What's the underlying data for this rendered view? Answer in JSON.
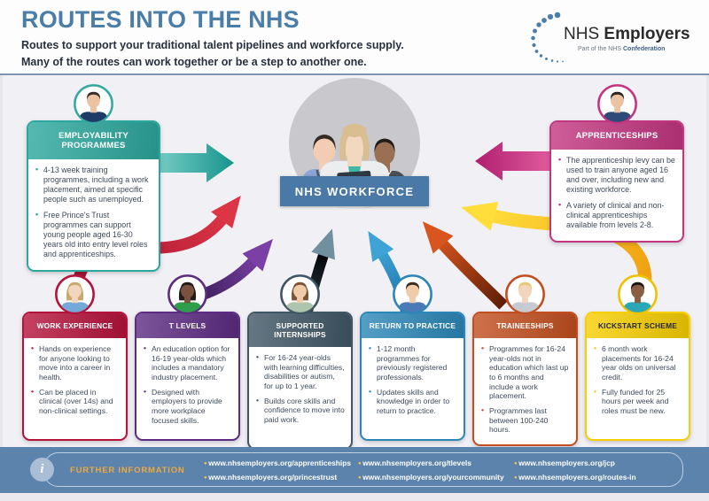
{
  "theme": {
    "title_blue": "#4A7DA7",
    "banner_blue": "#4A79A8",
    "footer_blue": "#5B83AC",
    "footer_label_orange": "#F0A73C",
    "page_bg": "#F1F0F4"
  },
  "header": {
    "title": "ROUTES INTO THE NHS",
    "subtitle_line1": "Routes to support your traditional talent pipelines and workforce supply.",
    "subtitle_line2": "Many of the routes can work together or be a step to another one.",
    "logo": {
      "name_prefix": "NHS",
      "name_bold": "Employers",
      "tagline_prefix": "Part of the NHS",
      "tagline_bold": "Confederation"
    }
  },
  "centre": {
    "label": "NHS WORKFORCE"
  },
  "top_cards": [
    {
      "title": "EMPLOYABILITY PROGRAMMES",
      "color": "#2BA79D",
      "bullets": [
        "4-13 week training programmes, including a work placement, aimed at specific people such as unemployed.",
        "Free Prince's Trust programmes can support young people aged 16-30 years old into entry level roles and apprenticeships."
      ]
    },
    {
      "title": "APPRENTICESHIPS",
      "color": "#C23580",
      "bullets": [
        "The apprenticeship levy can be used to train anyone aged 16 and over, including new and existing workforce.",
        "A variety of clinical and non-clinical apprenticeships available from levels 2-8."
      ]
    }
  ],
  "bottom_cards": [
    {
      "title": "WORK EXPERIENCE",
      "color": "#B5123B",
      "bullets": [
        "Hands on experience for anyone looking to move into a career in health.",
        "Can be placed in clinical (over 14s) and non-clinical settings."
      ]
    },
    {
      "title": "T LEVELS",
      "color": "#5C2B82",
      "bullets": [
        "An education option for 16-19 year-olds which includes a mandatory industry placement.",
        "Designed with employers to provide more workplace focused skills."
      ]
    },
    {
      "title": "SUPPORTED INTERNSHIPS",
      "color": "#3F5665",
      "bullets": [
        "For 16-24 year-olds with learning difficulties, disabilities or autism, for up to 1 year.",
        "Builds core skills and confidence to move into paid work."
      ]
    },
    {
      "title": "RETURN TO PRACTICE",
      "color": "#2B87B8",
      "bullets": [
        "1-12 month programmes for previously registered professionals.",
        "Updates skills and knowledge in order to return to practice."
      ]
    },
    {
      "title": "TRAINEESHIPS",
      "color": "#C24E1F",
      "bullets": [
        "Programmes for 16-24 year-olds not in education which last up to 6 months and include a work placement.",
        "Programmes last between 100-240 hours."
      ]
    },
    {
      "title": "KICKSTART SCHEME",
      "color": "#F7CE00",
      "text_color": "#232B38",
      "bullets": [
        "6 month work placements for 16-24 year olds on universal credit.",
        "Fully funded for 25 hours per week and roles must be new."
      ]
    }
  ],
  "footer": {
    "label": "FURTHER INFORMATION",
    "links": [
      "www.nhsemployers.org/apprenticeships",
      "www.nhsemployers.org/princestrust",
      "www.nhsemployers.org/tlevels",
      "www.nhsemployers.org/yourcommunity",
      "www.nhsemployers.org/jcp",
      "www.nhsemployers.org/routes-in"
    ]
  }
}
